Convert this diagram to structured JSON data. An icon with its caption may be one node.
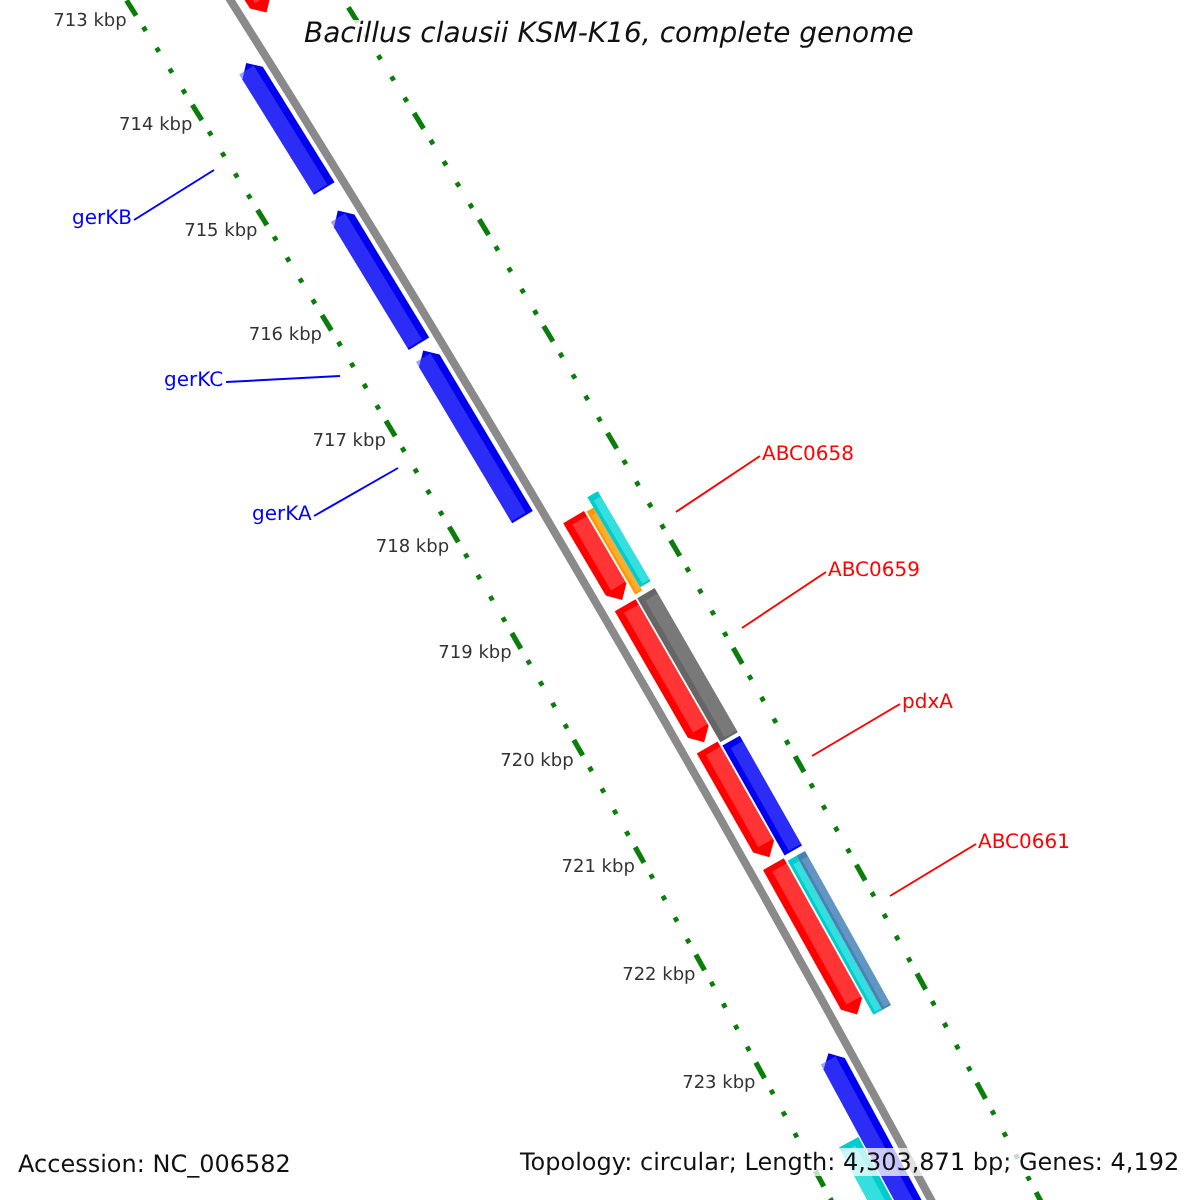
{
  "diagram": {
    "title": "Bacillus clausii KSM-K16, complete genome",
    "nodes": [
      {
        "text": [
          "gerKB"
        ]
      },
      {
        "text": [
          "gerKC"
        ]
      },
      {
        "text": [
          "gerKA"
        ]
      },
      {
        "text": [
          "ABC0658"
        ]
      },
      {
        "text": [
          "ABC0659"
        ]
      },
      {
        "text": [
          "pdxA"
        ]
      },
      {
        "text": [
          "ABC0661"
        ]
      }
    ],
    "edges": [
      {
        "from": 0,
        "to": null,
        "arrow": "none",
        "color": "#0000ff"
      },
      {
        "from": 1,
        "to": null,
        "arrow": "none",
        "color": "#0000ff"
      },
      {
        "from": 2,
        "to": null,
        "arrow": "none",
        "color": "#0000ff"
      },
      {
        "from": 3,
        "to": null,
        "arrow": "none",
        "color": "#ff0000"
      },
      {
        "from": 4,
        "to": null,
        "arrow": "none",
        "color": "#ff0000"
      },
      {
        "from": 5,
        "to": null,
        "arrow": "none",
        "color": "#ff0000"
      },
      {
        "from": 6,
        "to": null,
        "arrow": "none",
        "color": "#ff0000"
      }
    ],
    "labels": [
      "713 kbp",
      "714 kbp",
      "715 kbp",
      "716 kbp",
      "717 kbp",
      "718 kbp",
      "719 kbp",
      "720 kbp",
      "721 kbp",
      "722 kbp",
      "723 kbp",
      "Accession: NC_006582",
      "Topology: circular; Length: 4,303,871 bp; Genes: 4,192"
    ]
  }
}
